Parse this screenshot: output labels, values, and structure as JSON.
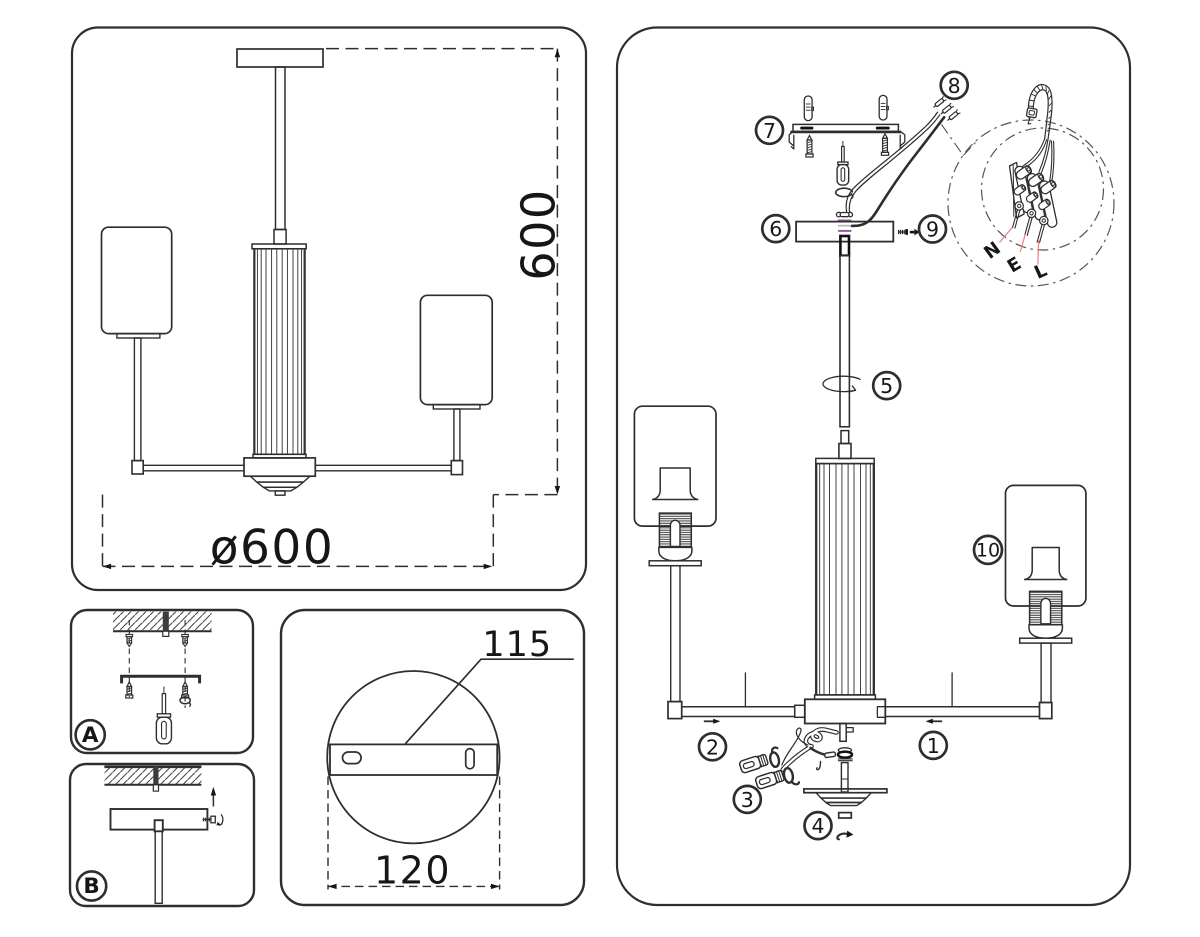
{
  "document": {
    "type_label": "",
    "background": "#ffffff"
  },
  "front_view": {
    "height_label": "600",
    "diameter_label": "ø600"
  },
  "mounting_steps": {
    "step_a_label": "A",
    "step_b_label": "B"
  },
  "canopy_detail": {
    "bracket_length_label": "115",
    "canopy_diameter_label": "120"
  },
  "assembly": {
    "callout_labels": [
      "1",
      "2",
      "3",
      "4",
      "5",
      "6",
      "7",
      "8",
      "9",
      "10"
    ],
    "wiring_labels": [
      "N",
      "E",
      "L"
    ]
  },
  "colors": {
    "line": "#2e2e2e",
    "ink": "#161616",
    "wire_purple": "#9a58a8",
    "wire_gray": "#bbbbbb",
    "leader_red": "#f07e7e",
    "background": "#ffffff"
  }
}
